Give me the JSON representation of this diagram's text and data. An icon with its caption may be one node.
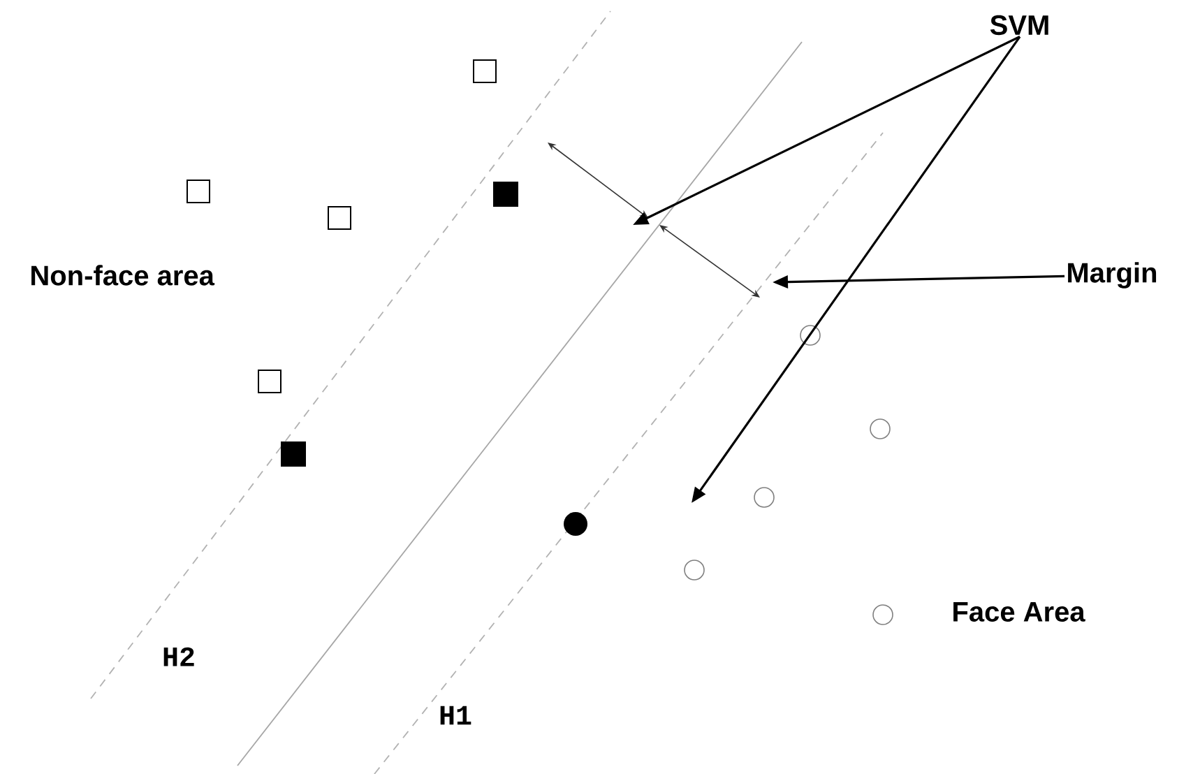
{
  "diagram": {
    "nodes": [
      {
        "text": [
          "SVM"
        ]
      },
      {
        "text": [
          "Margin"
        ]
      }
    ],
    "edges": [
      {
        "from": 0,
        "to": null,
        "arrow": "to"
      },
      {
        "from": 0,
        "to": null,
        "arrow": "to"
      },
      {
        "from": 1,
        "to": null,
        "arrow": "to"
      }
    ],
    "labels": [
      "Non-face area",
      "Face Area",
      "H2",
      "H1"
    ]
  }
}
